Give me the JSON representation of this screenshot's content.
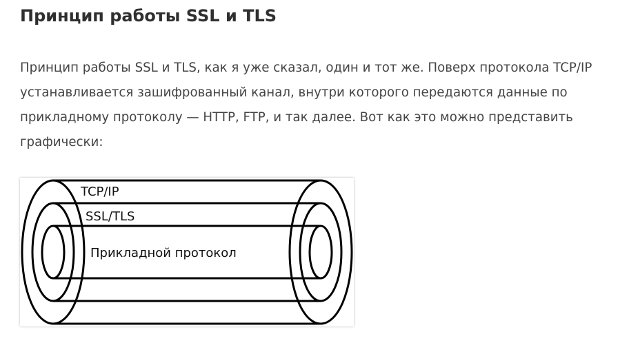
{
  "article": {
    "title": "Принцип работы SSL и TLS",
    "paragraph_lines": [
      "Принцип работы SSL и TLS, как я уже сказал, один и тот же. Поверх протокола TCP/IP",
      "устанавливается зашифрованный канал, внутри которого передаются данные по",
      "прикладному протоколу — HTTP, FTP, и так далее. Вот как это можно представить",
      "графически:"
    ]
  },
  "diagram": {
    "layers": {
      "outer": "TCP/IP",
      "middle": "SSL/TLS",
      "inner": "Прикладной протокол"
    },
    "colors": {
      "stroke": "#000000",
      "text": "#111111"
    }
  }
}
